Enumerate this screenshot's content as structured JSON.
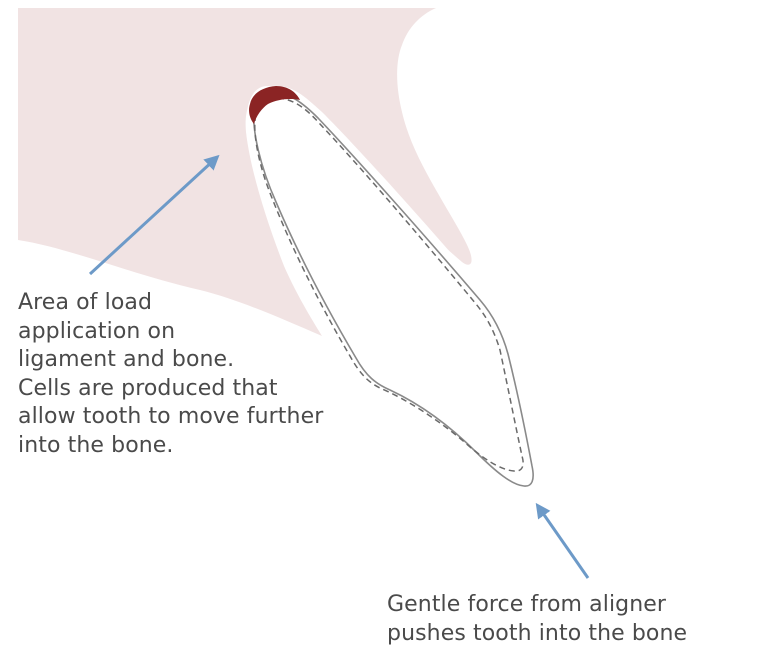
{
  "callouts": {
    "load_area": {
      "lines": [
        "Area of load",
        "application on",
        "ligament and bone.",
        "Cells are produced that",
        "allow tooth to move further",
        "into the bone."
      ]
    },
    "aligner_force": {
      "lines": [
        "Gentle force from aligner",
        "pushes tooth into the bone"
      ]
    }
  },
  "colors": {
    "bone": "#f1e3e3",
    "ligament": "#ffffff",
    "tooth_outline": "#8a8a8a",
    "load_area": "#8b2424",
    "arrow": "#6d9ac8",
    "text": "#4a4a4a"
  },
  "icons": {
    "load_arrow": "arrow-up-right-icon",
    "force_arrow": "arrow-up-left-icon"
  }
}
